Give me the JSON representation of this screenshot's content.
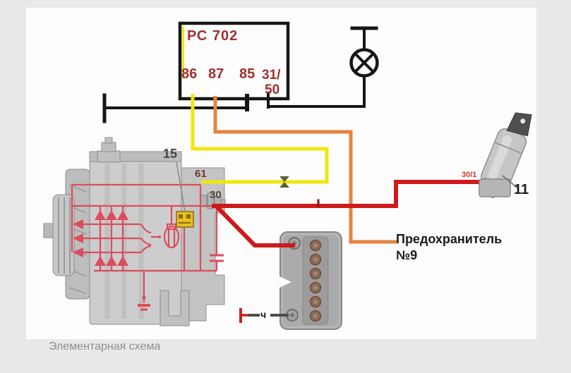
{
  "colors": {
    "background": "#e9e9e9",
    "paper": "#fdfdfd",
    "wire_black": "#161616",
    "wire_yellow": "#f0e70c",
    "wire_orange": "#e8823e",
    "wire_red": "#cd1a1a",
    "schematic_pink": "#dd4c5c",
    "relay_label_red": "#a32f2f",
    "regulator_yellow": "#e5c01f",
    "caption_gray": "#8c8c8c"
  },
  "relay": {
    "title": "РС 702",
    "terminals": {
      "t86": "86",
      "t87": "87",
      "t85": "85",
      "t31": "31/",
      "t50": "50"
    }
  },
  "alternator": {
    "pointer_label": "15",
    "terminal_61": "61",
    "terminal_30": "30"
  },
  "ignition_switch": {
    "terminal_label": "30/1",
    "item_number": "11"
  },
  "fuse": {
    "label_line1": "Предохранитель",
    "label_line2": "№9",
    "wire_mark": "ч"
  },
  "caption": "Элементарная схема"
}
